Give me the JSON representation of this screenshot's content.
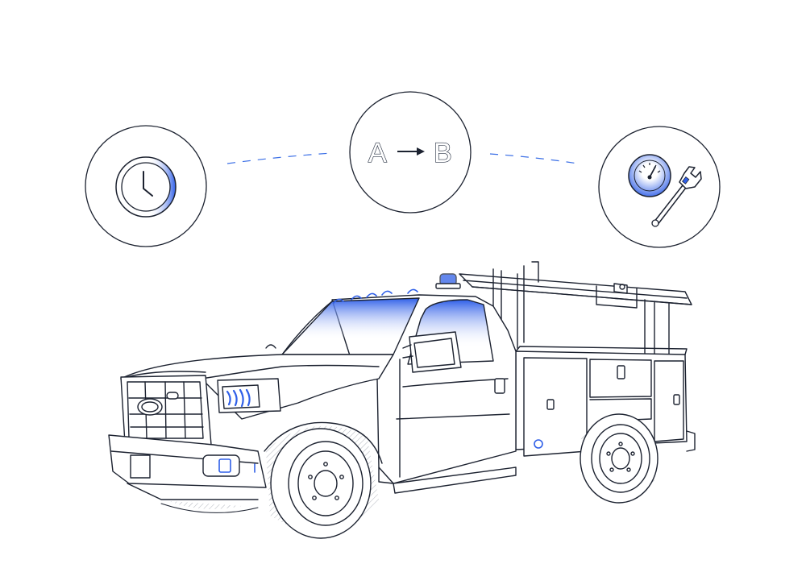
{
  "route": {
    "from": "A",
    "to": "B"
  },
  "colors": {
    "accent": "#2f5fe8",
    "line": "#1c2230",
    "dash": "#3b6fe6"
  },
  "icons": {
    "left": "clock-icon",
    "center": "route-a-to-b-icon",
    "right": "gauge-and-wrench-icon",
    "main": "service-utility-truck"
  }
}
